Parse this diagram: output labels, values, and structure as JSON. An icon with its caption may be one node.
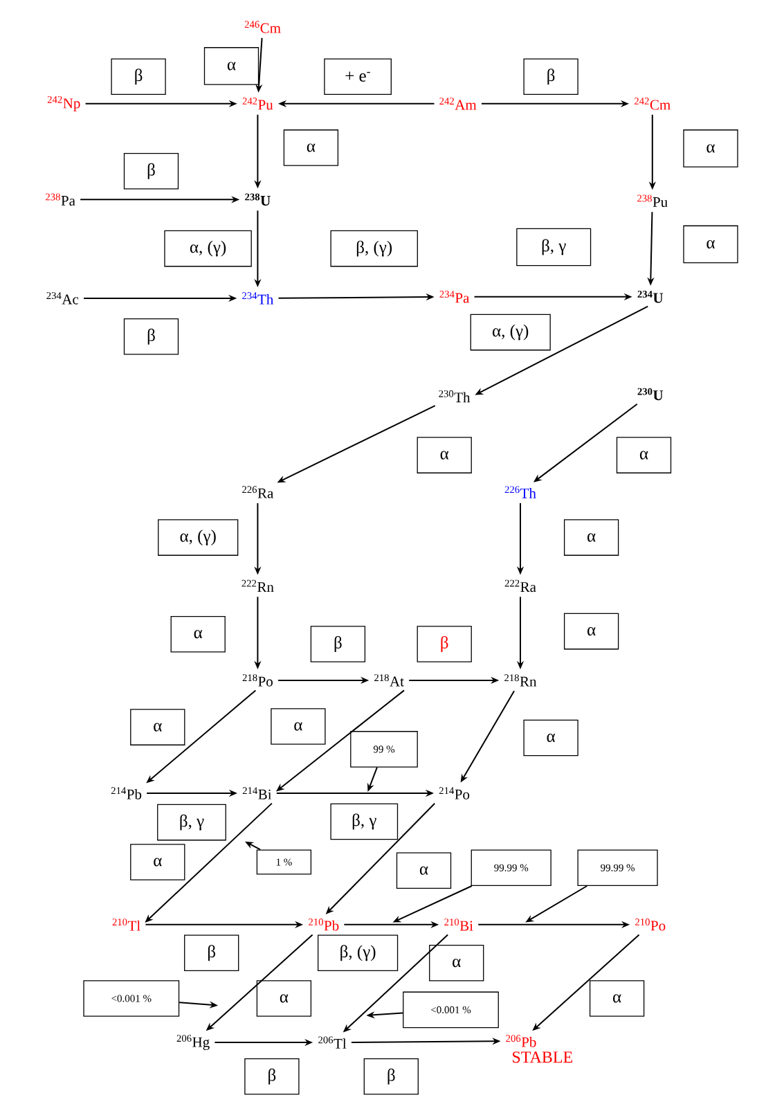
{
  "diagram": {
    "nodes": [
      {
        "text": [
          "$^{246}$Cm"
        ]
      },
      {
        "text": [
          "$^{242}$Np"
        ]
      },
      {
        "text": [
          "$^{242}$Pu"
        ]
      },
      {
        "text": [
          "$^{242}$Am"
        ]
      },
      {
        "text": [
          "$^{242}$Cm"
        ]
      },
      {
        "text": [
          "$^{238}$Pa"
        ]
      },
      {
        "text": [
          "$^{238}$U"
        ]
      },
      {
        "text": [
          "$^{238}$Pu"
        ]
      },
      {
        "text": [
          "$^{234}$Ac"
        ]
      },
      {
        "text": [
          "$^{234}$Th"
        ]
      },
      {
        "text": [
          "$^{234}$Pa"
        ]
      },
      {
        "text": [
          "$^{234}$U"
        ]
      },
      {
        "text": [
          "$^{230}$Th"
        ]
      },
      {
        "text": [
          "$^{230}$U"
        ]
      },
      {
        "text": [
          "$^{226}$Ra"
        ]
      },
      {
        "text": [
          "$^{226}$Th"
        ]
      },
      {
        "text": [
          "$^{222}$Rn"
        ]
      },
      {
        "text": [
          "$^{222}$Ra"
        ]
      },
      {
        "text": [
          "$^{218}$Po"
        ]
      },
      {
        "text": [
          "$^{218}$At"
        ]
      },
      {
        "text": [
          "$^{218}$Rn"
        ]
      },
      {
        "text": [
          "$^{214}$Pb"
        ]
      },
      {
        "text": [
          "$^{214}$Bi"
        ]
      },
      {
        "text": [
          "$^{214}$Po"
        ]
      },
      {
        "text": [
          "$^{210}$Tl"
        ]
      },
      {
        "text": [
          "$^{210}$Pb"
        ]
      },
      {
        "text": [
          "$^{210}$Bi"
        ]
      },
      {
        "text": [
          "$^{210}$Po"
        ]
      },
      {
        "text": [
          "$^{206}$Hg"
        ]
      },
      {
        "text": [
          "$^{206}$Tl"
        ]
      },
      {
        "text": [
          "$^{206}$Pb"
        ],
        "beside": [
          "STABLE"
        ]
      },
      {
        "text": [
          "β"
        ]
      },
      {
        "text": [
          "α"
        ]
      },
      {
        "text": [
          "+ e$^{-}$"
        ]
      },
      {
        "text": [
          "β"
        ]
      },
      {
        "text": [
          "α"
        ]
      },
      {
        "text": [
          "α"
        ]
      },
      {
        "text": [
          "β"
        ]
      },
      {
        "text": [
          "α, (γ)"
        ]
      },
      {
        "text": [
          "β, (γ)"
        ]
      },
      {
        "text": [
          "β, γ"
        ]
      },
      {
        "text": [
          "α"
        ]
      },
      {
        "text": [
          "β"
        ]
      },
      {
        "text": [
          "α, (γ)"
        ]
      },
      {
        "text": [
          "α"
        ]
      },
      {
        "text": [
          "α"
        ]
      },
      {
        "text": [
          "α, (γ)"
        ]
      },
      {
        "text": [
          "α"
        ]
      },
      {
        "text": [
          "α"
        ]
      },
      {
        "text": [
          "β"
        ]
      },
      {
        "text": [
          "β"
        ]
      },
      {
        "text": [
          "α"
        ]
      },
      {
        "text": [
          "α"
        ]
      },
      {
        "text": [
          "α"
        ]
      },
      {
        "text": [
          "99 %"
        ]
      },
      {
        "text": [
          "α"
        ]
      },
      {
        "text": [
          "β, γ"
        ]
      },
      {
        "text": [
          "β, γ"
        ]
      },
      {
        "text": [
          "α"
        ]
      },
      {
        "text": [
          "1 %"
        ]
      },
      {
        "text": [
          "α"
        ]
      },
      {
        "text": [
          "99.99 %"
        ]
      },
      {
        "text": [
          "99.99 %"
        ]
      },
      {
        "text": [
          "β"
        ]
      },
      {
        "text": [
          "β, (γ)"
        ]
      },
      {
        "text": [
          "α"
        ]
      },
      {
        "text": [
          "<0.001 %"
        ]
      },
      {
        "text": [
          "α"
        ]
      },
      {
        "text": [
          "<0.001 %"
        ]
      },
      {
        "text": [
          "α"
        ]
      },
      {
        "text": [
          "β"
        ]
      },
      {
        "text": [
          "β"
        ]
      }
    ],
    "edges": [
      {
        "from": 0,
        "to": 2,
        "arrow": "to"
      },
      {
        "from": 1,
        "to": 2,
        "arrow": "to"
      },
      {
        "from": 3,
        "to": 2,
        "arrow": "to"
      },
      {
        "from": 3,
        "to": 4,
        "arrow": "to"
      },
      {
        "from": 2,
        "to": 6,
        "arrow": "to"
      },
      {
        "from": 4,
        "to": 7,
        "arrow": "to"
      },
      {
        "from": 5,
        "to": 6,
        "arrow": "to"
      },
      {
        "from": 6,
        "to": 9,
        "arrow": "to"
      },
      {
        "from": 7,
        "to": 11,
        "arrow": "to"
      },
      {
        "from": 8,
        "to": 9,
        "arrow": "to"
      },
      {
        "from": 9,
        "to": 10,
        "arrow": "to"
      },
      {
        "from": 10,
        "to": 11,
        "arrow": "to"
      },
      {
        "from": 11,
        "to": 12,
        "arrow": "to"
      },
      {
        "from": 12,
        "to": 14,
        "arrow": "to"
      },
      {
        "from": 13,
        "to": 15,
        "arrow": "to"
      },
      {
        "from": 14,
        "to": 16,
        "arrow": "to"
      },
      {
        "from": 15,
        "to": 17,
        "arrow": "to"
      },
      {
        "from": 16,
        "to": 18,
        "arrow": "to"
      },
      {
        "from": 17,
        "to": 20,
        "arrow": "to"
      },
      {
        "from": 18,
        "to": 19,
        "arrow": "to"
      },
      {
        "from": 19,
        "to": 20,
        "arrow": "to"
      },
      {
        "from": 18,
        "to": 21,
        "arrow": "to"
      },
      {
        "from": 19,
        "to": 22,
        "arrow": "to"
      },
      {
        "from": 20,
        "to": 23,
        "arrow": "to"
      },
      {
        "from": 21,
        "to": 22,
        "arrow": "to"
      },
      {
        "from": 22,
        "to": 23,
        "arrow": "to"
      },
      {
        "from": 22,
        "to": 24,
        "arrow": "to"
      },
      {
        "from": 23,
        "to": 25,
        "arrow": "to"
      },
      {
        "from": 24,
        "to": 25,
        "arrow": "to"
      },
      {
        "from": 25,
        "to": 26,
        "arrow": "to"
      },
      {
        "from": 26,
        "to": 27,
        "arrow": "to"
      },
      {
        "from": 25,
        "to": 28,
        "arrow": "to"
      },
      {
        "from": 26,
        "to": 29,
        "arrow": "to"
      },
      {
        "from": 27,
        "to": 30,
        "arrow": "to"
      },
      {
        "from": 28,
        "to": 29,
        "arrow": "to"
      },
      {
        "from": 29,
        "to": 30,
        "arrow": "to"
      },
      {
        "from": 54,
        "to": null,
        "arrow": "to"
      },
      {
        "from": 59,
        "to": null,
        "arrow": "to"
      },
      {
        "from": 61,
        "to": null,
        "arrow": "to"
      },
      {
        "from": 62,
        "to": null,
        "arrow": "to"
      },
      {
        "from": 66,
        "to": null,
        "arrow": "to"
      },
      {
        "from": 68,
        "to": null,
        "arrow": "to"
      }
    ]
  }
}
